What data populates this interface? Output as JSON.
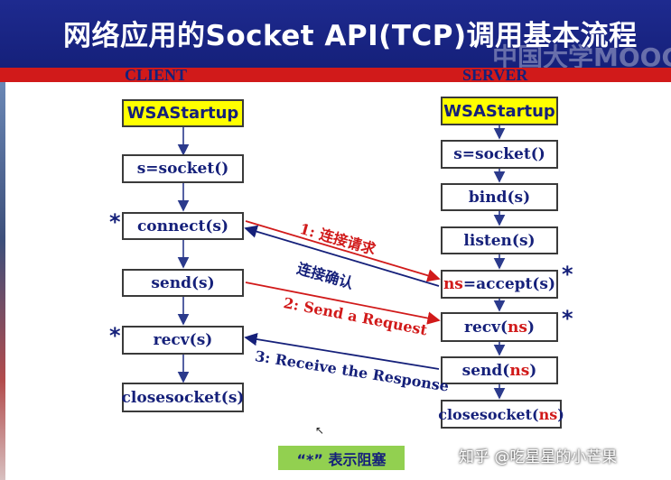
{
  "title": "网络应用的Socket API(TCP)调用基本流程",
  "watermark": "中国大学MOOC",
  "columns": {
    "client": "CLIENT",
    "server": "SERVER"
  },
  "client_boxes": {
    "wsastartup": "WSAStartup",
    "socket": "s=socket()",
    "connect": "connect(s)",
    "send": "send(s)",
    "recv": "recv(s)",
    "closesocket": "closesocket(s)"
  },
  "server_boxes": {
    "wsastartup": "WSAStartup",
    "socket": "s=socket()",
    "bind": "bind(s)",
    "listen": "listen(s)",
    "accept_ns": "ns",
    "accept_rest": "=accept(s)",
    "recv_prefix": "recv(",
    "recv_ns": "ns",
    "recv_suffix": ")",
    "send_prefix": "send(",
    "send_ns": "ns",
    "send_suffix": ")",
    "close_prefix": "closesocket(",
    "close_ns": "ns",
    "close_suffix": ")"
  },
  "blocking_marker": "*",
  "arrows": {
    "connect_request": "1: 连接请求",
    "connect_confirm": "连接确认",
    "send_request": "2: Send a Request",
    "receive_response": "3: Receive the Response"
  },
  "legend_note": "“*” 表示阻塞",
  "credit": "知乎 @吃星星的小芒果",
  "colors": {
    "title_bg": "#1e2a8f",
    "band": "#d11a1a",
    "highlight": "#ffff00",
    "note_bg": "#92d050",
    "text_blue": "#15207a",
    "text_red": "#d11a1a"
  }
}
